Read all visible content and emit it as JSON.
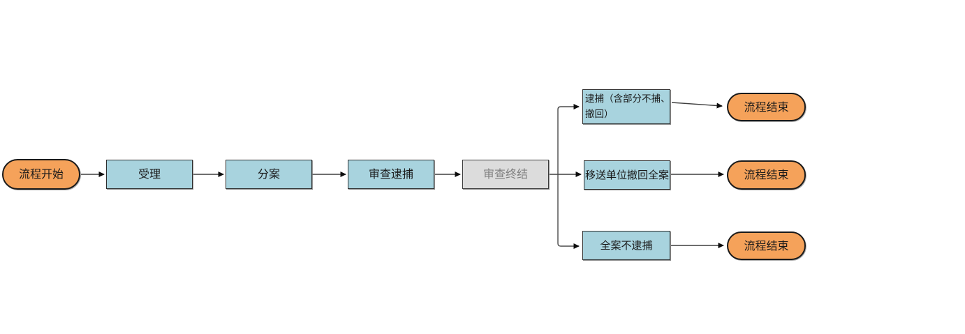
{
  "diagram": {
    "type": "flowchart",
    "colors": {
      "process_fill": "#a8d3de",
      "terminator_fill": "#f5a25a",
      "inactive_fill": "#dcdcdc",
      "inactive_text": "#808080",
      "node_text": "#1a1a1a",
      "connector": "#3f3f3f",
      "background": "#ffffff"
    },
    "nodes": {
      "start": {
        "type": "terminator",
        "label": "流程开始"
      },
      "accept": {
        "type": "process",
        "label": "受理"
      },
      "assign": {
        "type": "process",
        "label": "分案"
      },
      "review_arrest": {
        "type": "process",
        "label": "审查逮捕"
      },
      "review_conclude": {
        "type": "process-inactive",
        "label": "审查终结"
      },
      "arrest_partial": {
        "type": "process",
        "label": "逮捕（含部分不捕、撤回）",
        "lines": [
          "逮捕（含部分不捕、",
          "撤回）"
        ]
      },
      "transfer_withdraw": {
        "type": "process",
        "label": "移送单位撤回全案"
      },
      "no_arrest": {
        "type": "process",
        "label": "全案不逮捕"
      },
      "end_top": {
        "type": "terminator",
        "label": "流程结束"
      },
      "end_middle": {
        "type": "terminator",
        "label": "流程结束"
      },
      "end_bottom": {
        "type": "terminator",
        "label": "流程结束"
      }
    },
    "edges": [
      {
        "from": "start",
        "to": "accept"
      },
      {
        "from": "accept",
        "to": "assign"
      },
      {
        "from": "assign",
        "to": "review_arrest"
      },
      {
        "from": "review_arrest",
        "to": "review_conclude"
      },
      {
        "from": "review_conclude",
        "to": "arrest_partial"
      },
      {
        "from": "review_conclude",
        "to": "transfer_withdraw"
      },
      {
        "from": "review_conclude",
        "to": "no_arrest"
      },
      {
        "from": "arrest_partial",
        "to": "end_top"
      },
      {
        "from": "transfer_withdraw",
        "to": "end_middle"
      },
      {
        "from": "no_arrest",
        "to": "end_bottom"
      }
    ]
  }
}
